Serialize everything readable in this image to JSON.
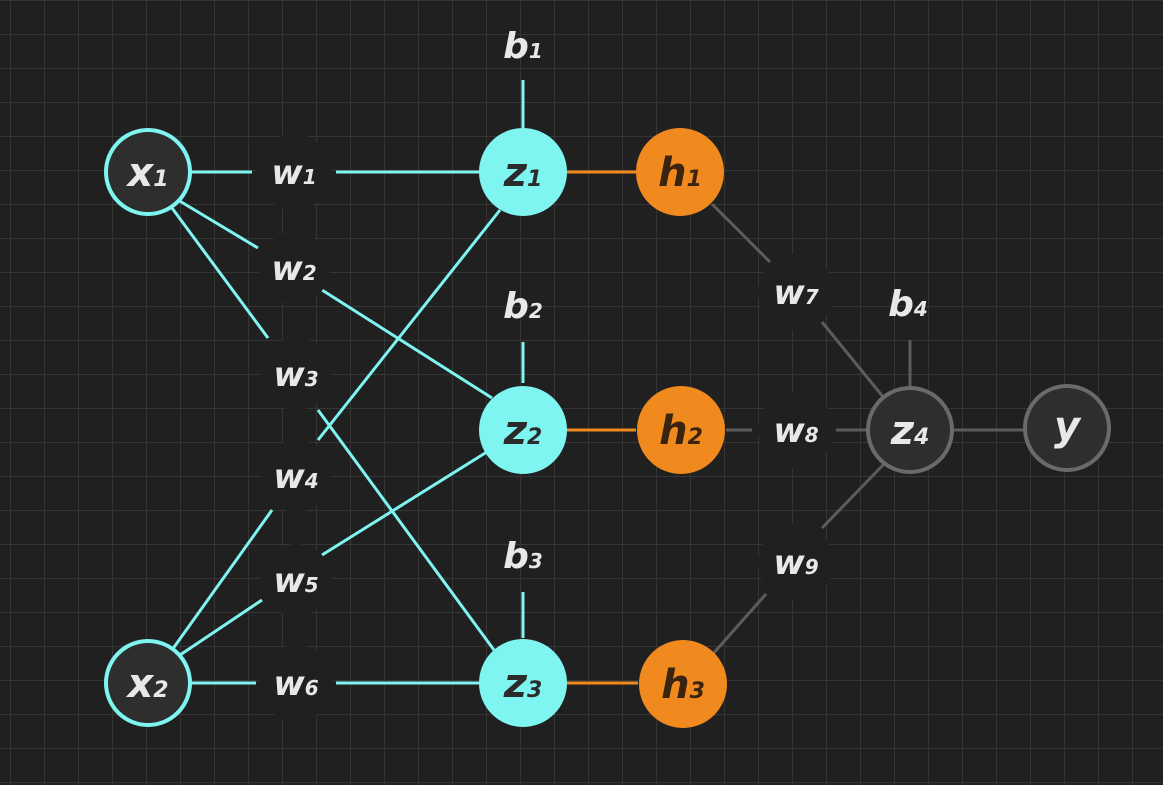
{
  "colors": {
    "background": "#202020",
    "cyan": "#7ff5f2",
    "orange": "#f08a1e",
    "gray_edge": "#5c5c5c",
    "dark_node": "#2e2e2e",
    "label": "#e8e8e8"
  },
  "nodes": {
    "x1": {
      "base": "x",
      "sub": "1"
    },
    "x2": {
      "base": "x",
      "sub": "2"
    },
    "z1": {
      "base": "z",
      "sub": "1"
    },
    "z2": {
      "base": "z",
      "sub": "2"
    },
    "z3": {
      "base": "z",
      "sub": "3"
    },
    "h1": {
      "base": "h",
      "sub": "1"
    },
    "h2": {
      "base": "h",
      "sub": "2"
    },
    "h3": {
      "base": "h",
      "sub": "3"
    },
    "z4": {
      "base": "z",
      "sub": "4"
    },
    "y": {
      "base": "y",
      "sub": ""
    }
  },
  "weights": {
    "w1": {
      "base": "w",
      "sub": "1"
    },
    "w2": {
      "base": "w",
      "sub": "2"
    },
    "w3": {
      "base": "w",
      "sub": "3"
    },
    "w4": {
      "base": "w",
      "sub": "4"
    },
    "w5": {
      "base": "w",
      "sub": "5"
    },
    "w6": {
      "base": "w",
      "sub": "6"
    },
    "w7": {
      "base": "w",
      "sub": "7"
    },
    "w8": {
      "base": "w",
      "sub": "8"
    },
    "w9": {
      "base": "w",
      "sub": "9"
    }
  },
  "biases": {
    "b1": {
      "base": "b",
      "sub": "1"
    },
    "b2": {
      "base": "b",
      "sub": "2"
    },
    "b3": {
      "base": "b",
      "sub": "3"
    },
    "b4": {
      "base": "b",
      "sub": "4"
    }
  }
}
